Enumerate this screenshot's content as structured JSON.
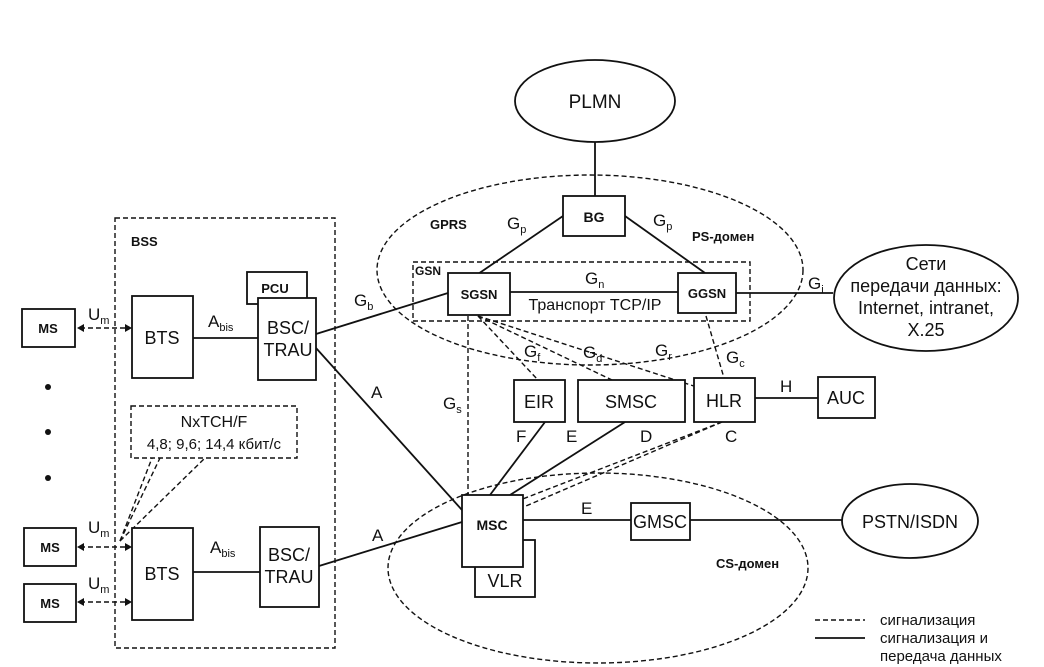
{
  "nodes": {
    "plmn": "PLMN",
    "bg": "BG",
    "sgsn": "SGSN",
    "ggsn": "GGSN",
    "pcu": "PCU",
    "bts_top": "BTS",
    "bts_bottom": "BTS",
    "bsc_top_line1": "BSC/",
    "bsc_top_line2": "TRAU",
    "bsc_bottom_line1": "BSC/",
    "bsc_bottom_line2": "TRAU",
    "ms_top": "MS",
    "ms_mid": "MS",
    "ms_bottom": "MS",
    "eir": "EIR",
    "smsc": "SMSC",
    "hlr": "HLR",
    "auc": "AUC",
    "msc": "MSC",
    "vlr": "VLR",
    "gmsc": "GMSC",
    "pstn": "PSTN/ISDN",
    "data_net_line1": "Сети",
    "data_net_line2": "передачи данных:",
    "data_net_line3": "Internet, intranet,",
    "data_net_line4": "X.25"
  },
  "regions": {
    "bss": "BSS",
    "gprs": "GPRS",
    "gsn": "GSN",
    "ps_domain": "PS-домен",
    "cs_domain": "CS-домен",
    "transport": "Транспорт TCP/IP"
  },
  "channel_note": {
    "line1": "NxTCH/F",
    "line2": "4,8; 9,6; 14,4 кбит/с"
  },
  "interfaces": {
    "um_base": "U",
    "um_sub": "m",
    "abis_base": "A",
    "abis_sub": "bis",
    "a": "A",
    "gb_base": "G",
    "gb_sub": "b",
    "gp_base": "G",
    "gp_sub": "p",
    "gn_base": "G",
    "gn_sub": "n",
    "gi_base": "G",
    "gi_sub": "i",
    "gf_base": "G",
    "gf_sub": "f",
    "gd_base": "G",
    "gd_sub": "d",
    "gr_base": "G",
    "gr_sub": "r",
    "gc_base": "G",
    "gc_sub": "c",
    "gs_base": "G",
    "gs_sub": "s",
    "h": "H",
    "f": "F",
    "e": "E",
    "d": "D",
    "c": "C"
  },
  "legend": {
    "dashed": "сигнализация",
    "solid_line1": "сигнализация и",
    "solid_line2": "передача данных"
  }
}
